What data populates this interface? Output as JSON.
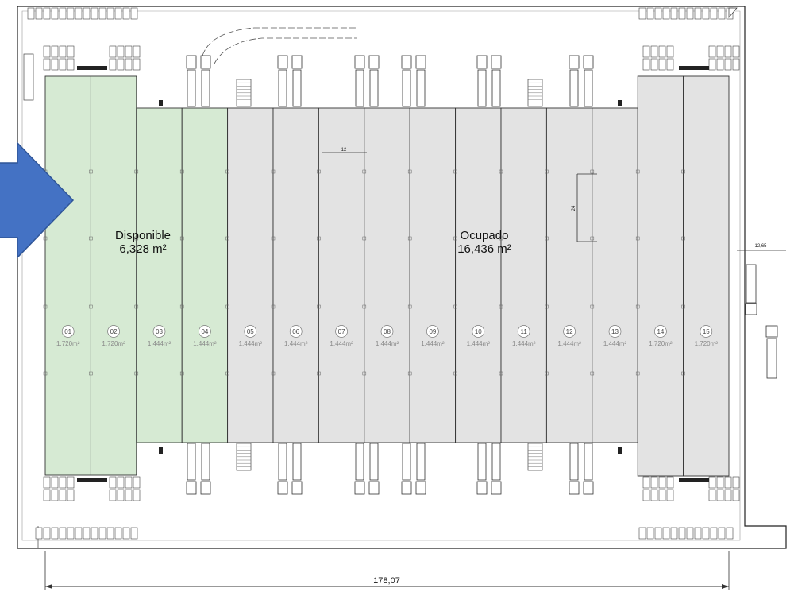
{
  "summary": {
    "available": {
      "label": "Disponible",
      "area": "6,328 m²"
    },
    "occupied": {
      "label": "Ocupado",
      "area": "16,436 m²"
    }
  },
  "units": [
    {
      "id": "01",
      "area": "1,720m²",
      "status": "available"
    },
    {
      "id": "02",
      "area": "1,720m²",
      "status": "available"
    },
    {
      "id": "03",
      "area": "1,444m²",
      "status": "available"
    },
    {
      "id": "04",
      "area": "1,444m²",
      "status": "available"
    },
    {
      "id": "05",
      "area": "1,444m²",
      "status": "occupied"
    },
    {
      "id": "06",
      "area": "1,444m²",
      "status": "occupied"
    },
    {
      "id": "07",
      "area": "1,444m²",
      "status": "occupied"
    },
    {
      "id": "08",
      "area": "1,444m²",
      "status": "occupied"
    },
    {
      "id": "09",
      "area": "1,444m²",
      "status": "occupied"
    },
    {
      "id": "10",
      "area": "1,444m²",
      "status": "occupied"
    },
    {
      "id": "11",
      "area": "1,444m²",
      "status": "occupied"
    },
    {
      "id": "12",
      "area": "1,444m²",
      "status": "occupied"
    },
    {
      "id": "13",
      "area": "1,444m²",
      "status": "occupied"
    },
    {
      "id": "14",
      "area": "1,720m²",
      "status": "occupied"
    },
    {
      "id": "15",
      "area": "1,720m²",
      "status": "occupied"
    }
  ],
  "dimensions": {
    "total_width": "178,07",
    "bay_width": "12",
    "bay_depth": "24",
    "side_setback": "12,65"
  },
  "colors": {
    "available": "#d6ead3",
    "occupied": "#e3e3e3",
    "arrow": "#4472c4",
    "lines": "#333333"
  },
  "icons": {
    "pointer": "arrow-right-icon"
  }
}
